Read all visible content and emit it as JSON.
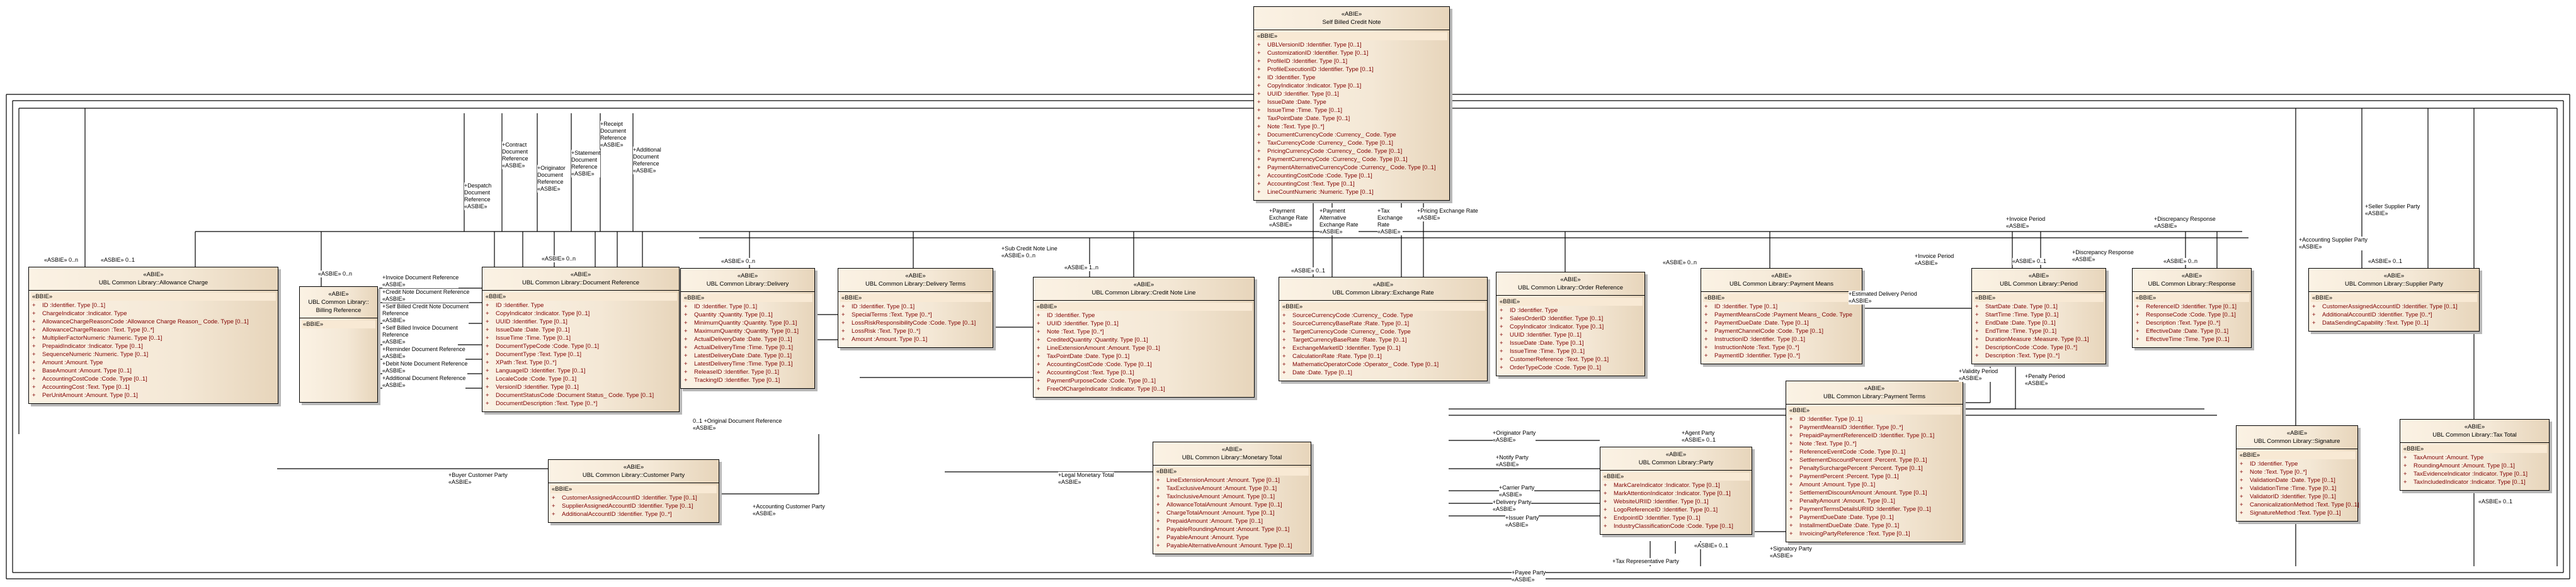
{
  "stereotypes": {
    "class": "«ABIE»",
    "section": "«BBIE»",
    "attr_marker": "+"
  },
  "classes": [
    {
      "id": "self-billed-credit-note",
      "name": "Self Billed Credit Note",
      "attrs": [
        "UBLVersionID :Identifier. Type [0..1]",
        "CustomizationID :Identifier. Type [0..1]",
        "ProfileID :Identifier. Type [0..1]",
        "ProfileExecutionID :Identifier. Type [0..1]",
        "ID :Identifier. Type",
        "CopyIndicator :Indicator. Type [0..1]",
        "UUID :Identifier. Type [0..1]",
        "IssueDate :Date. Type",
        "IssueTime :Time. Type [0..1]",
        "TaxPointDate :Date. Type [0..1]",
        "Note :Text. Type [0..*]",
        "DocumentCurrencyCode :Currency_ Code. Type",
        "TaxCurrencyCode :Currency_ Code. Type [0..1]",
        "PricingCurrencyCode :Currency_ Code. Type [0..1]",
        "PaymentCurrencyCode :Currency_ Code. Type [0..1]",
        "PaymentAlternativeCurrencyCode :Currency_ Code. Type [0..1]",
        "AccountingCostCode :Code. Type [0..1]",
        "AccountingCost :Text. Type [0..1]",
        "LineCountNumeric :Numeric. Type [0..1]"
      ]
    },
    {
      "id": "allowance-charge",
      "name": "UBL Common Library::Allowance Charge",
      "attrs": [
        "ID :Identifier. Type [0..1]",
        "ChargeIndicator :Indicator. Type",
        "AllowanceChargeReasonCode :Allowance Charge Reason_ Code. Type [0..1]",
        "AllowanceChargeReason :Text. Type [0..*]",
        "MultiplierFactorNumeric :Numeric. Type [0..1]",
        "PrepaidIndicator :Indicator. Type [0..1]",
        "SequenceNumeric :Numeric. Type [0..1]",
        "Amount :Amount. Type",
        "BaseAmount :Amount. Type [0..1]",
        "AccountingCostCode :Code. Type [0..1]",
        "AccountingCost :Text. Type [0..1]",
        "PerUnitAmount :Amount. Type [0..1]"
      ]
    },
    {
      "id": "billing-reference",
      "name": "UBL Common Library:: Billing Reference",
      "attrs": []
    },
    {
      "id": "document-reference",
      "name": "UBL Common Library::Document Reference",
      "attrs": [
        "ID :Identifier. Type",
        "CopyIndicator :Indicator. Type [0..1]",
        "UUID :Identifier. Type [0..1]",
        "IssueDate :Date. Type [0..1]",
        "IssueTime :Time. Type [0..1]",
        "DocumentTypeCode :Code. Type [0..1]",
        "DocumentType :Text. Type [0..1]",
        "XPath :Text. Type [0..*]",
        "LanguageID :Identifier. Type [0..1]",
        "LocaleCode :Code. Type [0..1]",
        "VersionID :Identifier. Type [0..1]",
        "DocumentStatusCode :Document Status_ Code. Type [0..1]",
        "DocumentDescription :Text. Type [0..*]"
      ]
    },
    {
      "id": "delivery",
      "name": "UBL Common Library::Delivery",
      "attrs": [
        "ID :Identifier. Type [0..1]",
        "Quantity :Quantity. Type [0..1]",
        "MinimumQuantity :Quantity. Type [0..1]",
        "MaximumQuantity :Quantity. Type [0..1]",
        "ActualDeliveryDate :Date. Type [0..1]",
        "ActualDeliveryTime :Time. Type [0..1]",
        "LatestDeliveryDate :Date. Type [0..1]",
        "LatestDeliveryTime :Time. Type [0..1]",
        "ReleaseID :Identifier. Type [0..1]",
        "TrackingID :Identifier. Type [0..1]"
      ]
    },
    {
      "id": "delivery-terms",
      "name": "UBL Common Library::Delivery Terms",
      "attrs": [
        "ID :Identifier. Type [0..1]",
        "SpecialTerms :Text. Type [0..*]",
        "LossRiskResponsibilityCode :Code. Type [0..1]",
        "LossRisk :Text. Type [0..*]",
        "Amount :Amount. Type [0..1]"
      ]
    },
    {
      "id": "credit-note-line",
      "name": "UBL Common Library::Credit Note Line",
      "attrs": [
        "ID :Identifier. Type",
        "UUID :Identifier. Type [0..1]",
        "Note :Text. Type [0..*]",
        "CreditedQuantity :Quantity. Type [0..1]",
        "LineExtensionAmount :Amount. Type [0..1]",
        "TaxPointDate :Date. Type [0..1]",
        "AccountingCostCode :Code. Type [0..1]",
        "AccountingCost :Text. Type [0..1]",
        "PaymentPurposeCode :Code. Type [0..1]",
        "FreeOfChargeIndicator :Indicator. Type [0..1]"
      ]
    },
    {
      "id": "exchange-rate",
      "name": "UBL Common Library::Exchange Rate",
      "attrs": [
        "SourceCurrencyCode :Currency_ Code. Type",
        "SourceCurrencyBaseRate :Rate. Type [0..1]",
        "TargetCurrencyCode :Currency_ Code. Type",
        "TargetCurrencyBaseRate :Rate. Type [0..1]",
        "ExchangeMarketID :Identifier. Type [0..1]",
        "CalculationRate :Rate. Type [0..1]",
        "MathematicOperatorCode :Operator_ Code. Type [0..1]",
        "Date :Date. Type [0..1]"
      ]
    },
    {
      "id": "order-reference",
      "name": "UBL Common Library::Order Reference",
      "attrs": [
        "ID :Identifier. Type",
        "SalesOrderID :Identifier. Type [0..1]",
        "CopyIndicator :Indicator. Type [0..1]",
        "UUID :Identifier. Type [0..1]",
        "IssueDate :Date. Type [0..1]",
        "IssueTime :Time. Type [0..1]",
        "CustomerReference :Text. Type [0..1]",
        "OrderTypeCode :Code. Type [0..1]"
      ]
    },
    {
      "id": "payment-means",
      "name": "UBL Common Library::Payment Means",
      "attrs": [
        "ID :Identifier. Type [0..1]",
        "PaymentMeansCode :Payment Means_ Code. Type",
        "PaymentDueDate :Date. Type [0..1]",
        "PaymentChannelCode :Code. Type [0..1]",
        "InstructionID :Identifier. Type [0..1]",
        "InstructionNote :Text. Type [0..*]",
        "PaymentID :Identifier. Type [0..*]"
      ]
    },
    {
      "id": "period",
      "name": "UBL Common Library::Period",
      "attrs": [
        "StartDate :Date. Type [0..1]",
        "StartTime :Time. Type [0..1]",
        "EndDate :Date. Type [0..1]",
        "EndTime :Time. Type [0..1]",
        "DurationMeasure :Measure. Type [0..1]",
        "DescriptionCode :Code. Type [0..*]",
        "Description :Text. Type [0..*]"
      ]
    },
    {
      "id": "response",
      "name": "UBL Common Library::Response",
      "attrs": [
        "ReferenceID :Identifier. Type [0..1]",
        "ResponseCode :Code. Type [0..1]",
        "Description :Text. Type [0..*]",
        "EffectiveDate :Date. Type [0..1]",
        "EffectiveTime :Time. Type [0..1]"
      ]
    },
    {
      "id": "supplier-party",
      "name": "UBL Common Library::Supplier Party",
      "attrs": [
        "CustomerAssignedAccountID :Identifier. Type [0..1]",
        "AdditionalAccountID :Identifier. Type [0..*]",
        "DataSendingCapability :Text. Type [0..1]"
      ]
    },
    {
      "id": "payment-terms",
      "name": "UBL Common Library::Payment Terms",
      "attrs": [
        "ID :Identifier. Type [0..1]",
        "PaymentMeansID :Identifier. Type [0..*]",
        "PrepaidPaymentReferenceID :Identifier. Type [0..1]",
        "Note :Text. Type [0..*]",
        "ReferenceEventCode :Code. Type [0..1]",
        "SettlementDiscountPercent :Percent. Type [0..1]",
        "PenaltySurchargePercent :Percent. Type [0..1]",
        "PaymentPercent :Percent. Type [0..1]",
        "Amount :Amount. Type [0..1]",
        "SettlementDiscountAmount :Amount. Type [0..1]",
        "PenaltyAmount :Amount. Type [0..1]",
        "PaymentTermsDetailsURIID :Identifier. Type [0..1]",
        "PaymentDueDate :Date. Type [0..1]",
        "InstallmentDueDate :Date. Type [0..1]",
        "InvoicingPartyReference :Text. Type [0..1]"
      ]
    },
    {
      "id": "signature",
      "name": "UBL Common Library::Signature",
      "attrs": [
        "ID :Identifier. Type",
        "Note :Text. Type [0..*]",
        "ValidationDate :Date. Type [0..1]",
        "ValidationTime :Time. Type [0..1]",
        "ValidatorID :Identifier. Type [0..1]",
        "CanonicalizationMethod :Text. Type [0..1]",
        "SignatureMethod :Text. Type [0..1]"
      ]
    },
    {
      "id": "tax-total",
      "name": "UBL Common Library::Tax Total",
      "attrs": [
        "TaxAmount :Amount. Type",
        "RoundingAmount :Amount. Type [0..1]",
        "TaxEvidenceIndicator :Indicator. Type [0..1]",
        "TaxIncludedIndicator :Indicator. Type [0..1]"
      ]
    },
    {
      "id": "monetary-total",
      "name": "UBL Common Library::Monetary Total",
      "attrs": [
        "LineExtensionAmount :Amount. Type [0..1]",
        "TaxExclusiveAmount :Amount. Type [0..1]",
        "TaxInclusiveAmount :Amount. Type [0..1]",
        "AllowanceTotalAmount :Amount. Type [0..1]",
        "ChargeTotalAmount :Amount. Type [0..1]",
        "PrepaidAmount :Amount. Type [0..1]",
        "PayableRoundingAmount :Amount. Type [0..1]",
        "PayableAmount :Amount. Type",
        "PayableAlternativeAmount :Amount. Type [0..1]"
      ]
    },
    {
      "id": "party",
      "name": "UBL Common Library::Party",
      "attrs": [
        "MarkCareIndicator :Indicator. Type [0..1]",
        "MarkAttentionIndicator :Indicator. Type [0..1]",
        "WebsiteURIID :Identifier. Type [0..1]",
        "LogoReferenceID :Identifier. Type [0..1]",
        "EndpointID :Identifier. Type [0..1]",
        "IndustryClassificationCode :Code. Type [0..1]"
      ]
    },
    {
      "id": "customer-party",
      "name": "UBL Common Library::Customer Party",
      "attrs": [
        "CustomerAssignedAccountID :Identifier. Type [0..1]",
        "SupplierAssignedAccountID :Identifier. Type [0..1]",
        "AdditionalAccountID :Identifier. Type [0..*]"
      ]
    }
  ],
  "roles": [
    "+Despatch\nDocument\nReference\n«ASBIE»",
    "+Contract\nDocument\nReference\n«ASBIE»",
    "+Originator\nDocument\nReference\n«ASBIE»",
    "+Statement\nDocument\nReference\n«ASBIE»",
    "+Receipt\nDocument\nReference\n«ASBIE»",
    "+Additional\nDocument\nReference\n«ASBIE»",
    "+Invoice Document Reference\n«ASBIE»",
    "+Credit Note Document Reference\n«ASBIE»",
    "+Self Billed Credit Note Document\nReference\n«ASBIE»",
    "+Self Billed Invoice Document\nReference\n«ASBIE»",
    "+Reminder Document Reference\n«ASBIE»",
    "+Debit Note Document Reference\n«ASBIE»",
    "+Additional Document Reference\n«ASBIE»",
    "0..1 +Original Document Reference\n«ASBIE»",
    "+Sub Credit Note Line\n«ASBIE» 0..n",
    "+Payment\nExchange Rate\n«ASBIE»",
    "+Payment\nAlternative\nExchange Rate\n«ASBIE»",
    "+Tax\nExchange\nRate\n«ASBIE»",
    "+Pricing Exchange Rate\n«ASBIE»",
    "+Estimated Delivery Period\n«ASBIE»",
    "+Invoice Period\n«ASBIE»",
    "+Discrepancy Response\n«ASBIE»",
    "+Seller Supplier Party\n«ASBIE»",
    "+Accounting Supplier Party\n«ASBIE»",
    "+Invoice Period\n«ASBIE»",
    "+Discrepancy Response\n«ASBIE»",
    "+Validity Period\n«ASBIE»",
    "+Penalty Period\n«ASBIE»",
    "+Buyer Customer Party\n«ASBIE»",
    "+Accounting Customer Party\n«ASBIE»",
    "+Legal Monetary Total\n«ASBIE»",
    "+Originator Party\n«ASBIE»",
    "+Agent Party\n«ASBIE» 0..1",
    "+Notify Party\n«ASBIE»",
    "+Carrier Party\n«ASBIE»",
    "+Delivery Party\n«ASBIE»",
    "+Issuer Party\n«ASBIE»",
    "+Signatory Party\n«ASBIE»",
    "+Tax Representative Party",
    "+Payee Party\n«ASBIE»",
    "«ASBIE» 0..n",
    "«ASBIE» 0..1",
    "«ASBIE» 0..n",
    "«ASBIE» 0..n",
    "«ASBIE» 0..n",
    "«ASBIE» 1..n",
    "«ASBIE» 0..1",
    "«ASBIE» 0..n",
    "«ASBIE» 0..1",
    "«ASBIE» 0..n",
    "«ASBIE» 0..1",
    "«ASBIE» 0..1",
    "«ASBIE» 0..1"
  ]
}
